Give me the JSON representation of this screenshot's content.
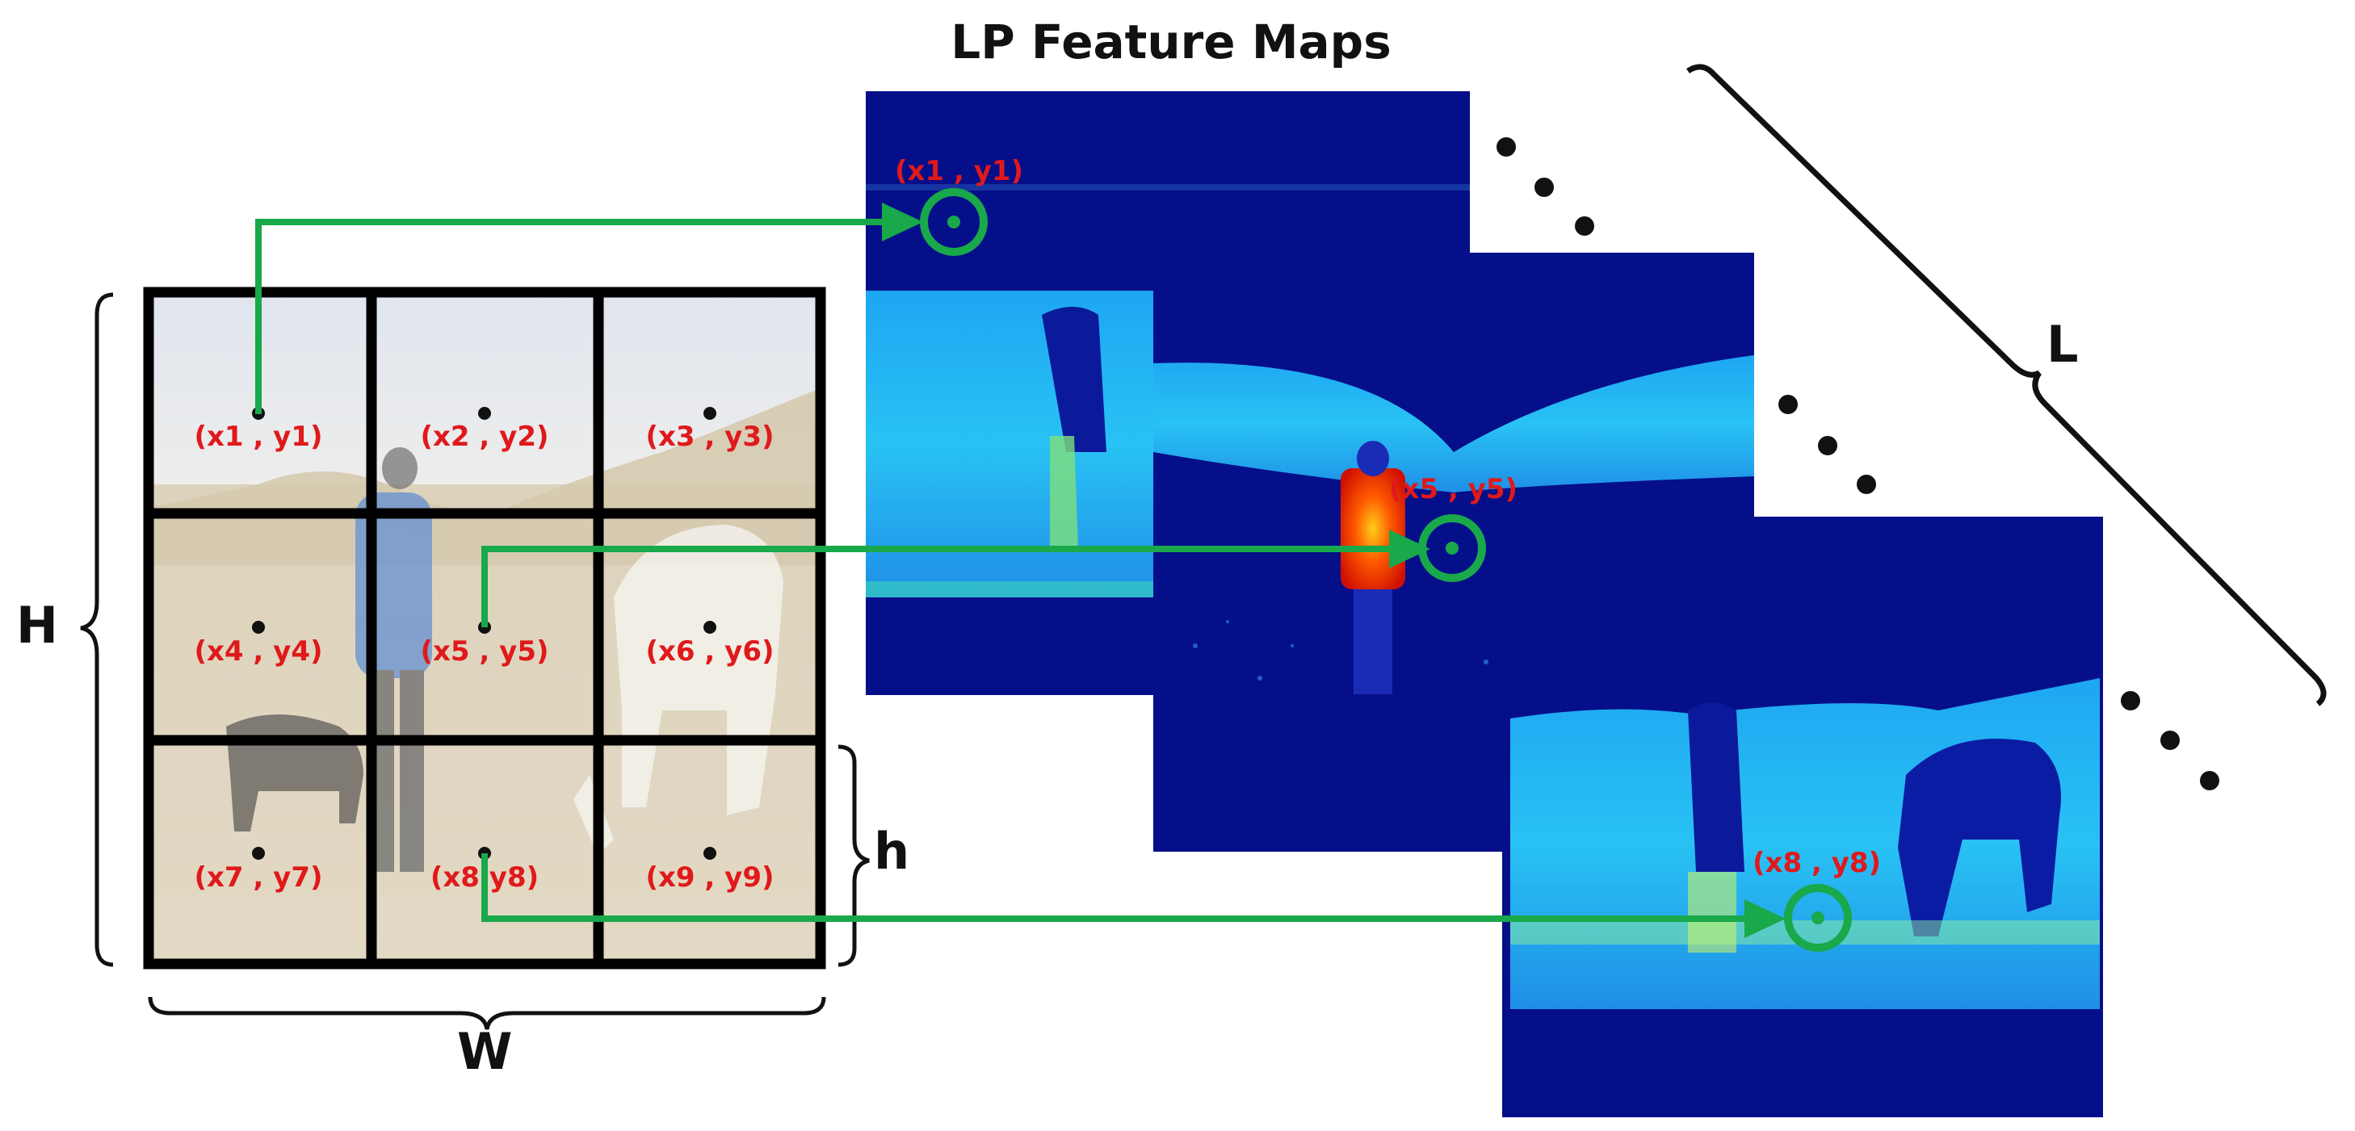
{
  "title": "LP Feature Maps",
  "labels": {
    "H": "H",
    "W": "W",
    "h": "h",
    "L": "L"
  },
  "grid_cells": [
    "(x1 , y1)",
    "(x2 , y2)",
    "(x3 , y3)",
    "(x4 , y4)",
    "(x5 , y5)",
    "(x6 , y6)",
    "(x7 , y7)",
    "(x8  y8)",
    "(x9 , y9)"
  ],
  "feature_map_labels": [
    "(x1 , y1)",
    "(x5 , y5)",
    "(x8 , y8)"
  ],
  "colors": {
    "arrow": "#19a84a",
    "label_red": "#e0191b",
    "grid_border": "#000000",
    "map_background": "#050f8a"
  }
}
